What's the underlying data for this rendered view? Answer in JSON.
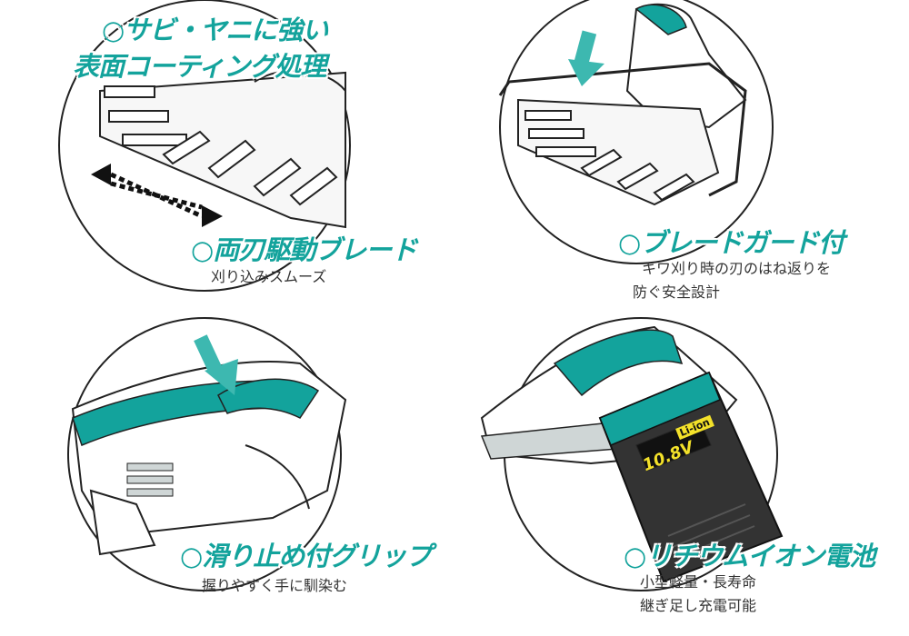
{
  "colors": {
    "accent": "#13a39c",
    "text": "#333333",
    "line": "#222222"
  },
  "features": [
    {
      "title_line1": "○サビ・ヤニに強い",
      "title_line2": "表面コーティング処理",
      "icon": "hedge-blade-coated"
    },
    {
      "title": "○両刃駆動ブレード",
      "desc": "刈り込みスムーズ",
      "icon": "double-arrow-blade"
    },
    {
      "title": "○ブレードガード付",
      "desc_line1": "キワ刈り時の刃のはね返りを",
      "desc_line2": "防ぐ安全設計",
      "icon": "blade-guard"
    },
    {
      "title": "○滑り止め付グリップ",
      "desc": "握りやすく手に馴染む",
      "icon": "grip-handle"
    },
    {
      "title": "○リチウムイオン電池",
      "desc_line1": "小型軽量・長寿命",
      "desc_line2": "継ぎ足し充電可能",
      "icon": "battery-pack"
    }
  ],
  "battery": {
    "voltage_label": "10.8V",
    "badge": "Li-ion"
  }
}
